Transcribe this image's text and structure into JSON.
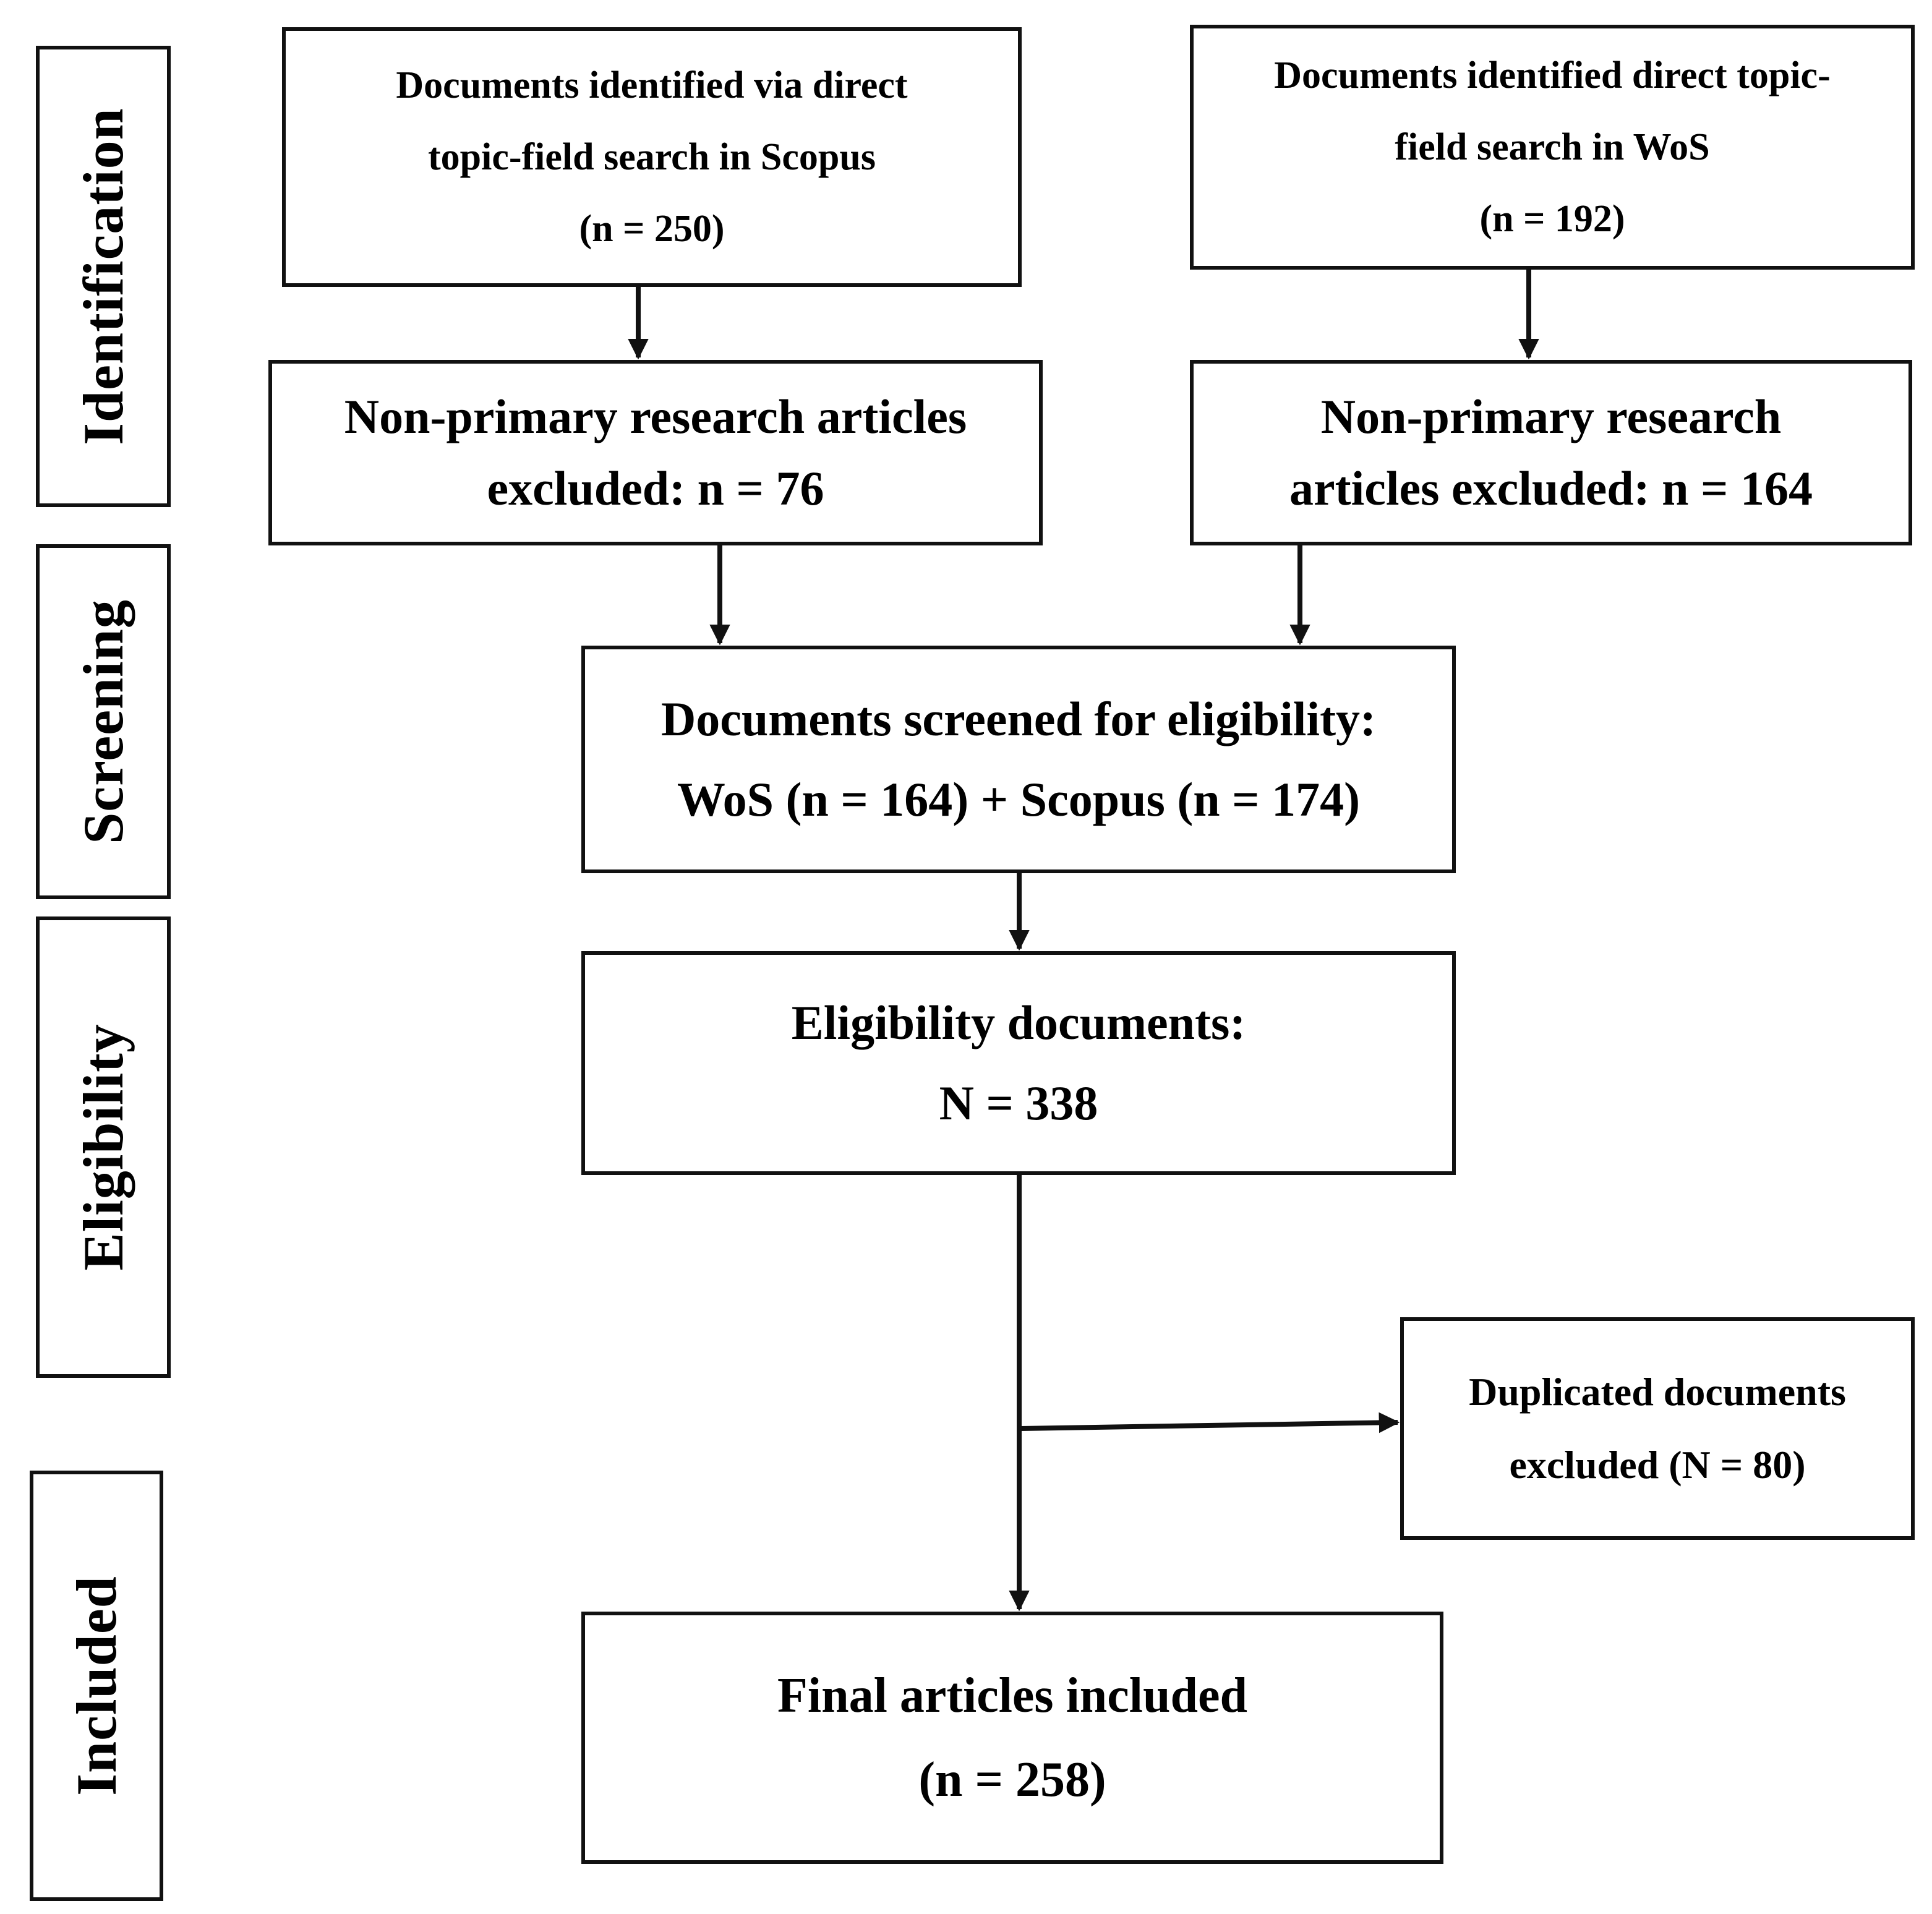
{
  "stages": {
    "identification": "Identification",
    "screening": "Screening",
    "eligibility": "Eligibility",
    "included": "Included"
  },
  "boxes": {
    "scopus_search": {
      "line1": "Documents identified via direct",
      "line2": "topic-field search in Scopus",
      "count": "(n = 250)"
    },
    "wos_search": {
      "line1": "Documents identified direct topic-",
      "line2": "field search in WoS",
      "count": "(n = 192)"
    },
    "scopus_excluded": {
      "line1": "Non-primary research articles",
      "line2": "excluded: n = 76"
    },
    "wos_excluded": {
      "line1": "Non-primary research",
      "line2": "articles excluded: n = 164"
    },
    "screened": {
      "line1": "Documents screened for eligibility:",
      "line2": "WoS (n = 164) + Scopus (n = 174)"
    },
    "eligibility": {
      "line1": "Eligibility documents:",
      "line2": "N = 338"
    },
    "duplicates": {
      "line1": "Duplicated documents",
      "line2": "excluded (N = 80)"
    },
    "final": {
      "line1": "Final articles included",
      "line2": "(n = 258)"
    }
  },
  "colors": {
    "stroke": "#111111",
    "background": "#ffffff",
    "text": "#000000"
  }
}
